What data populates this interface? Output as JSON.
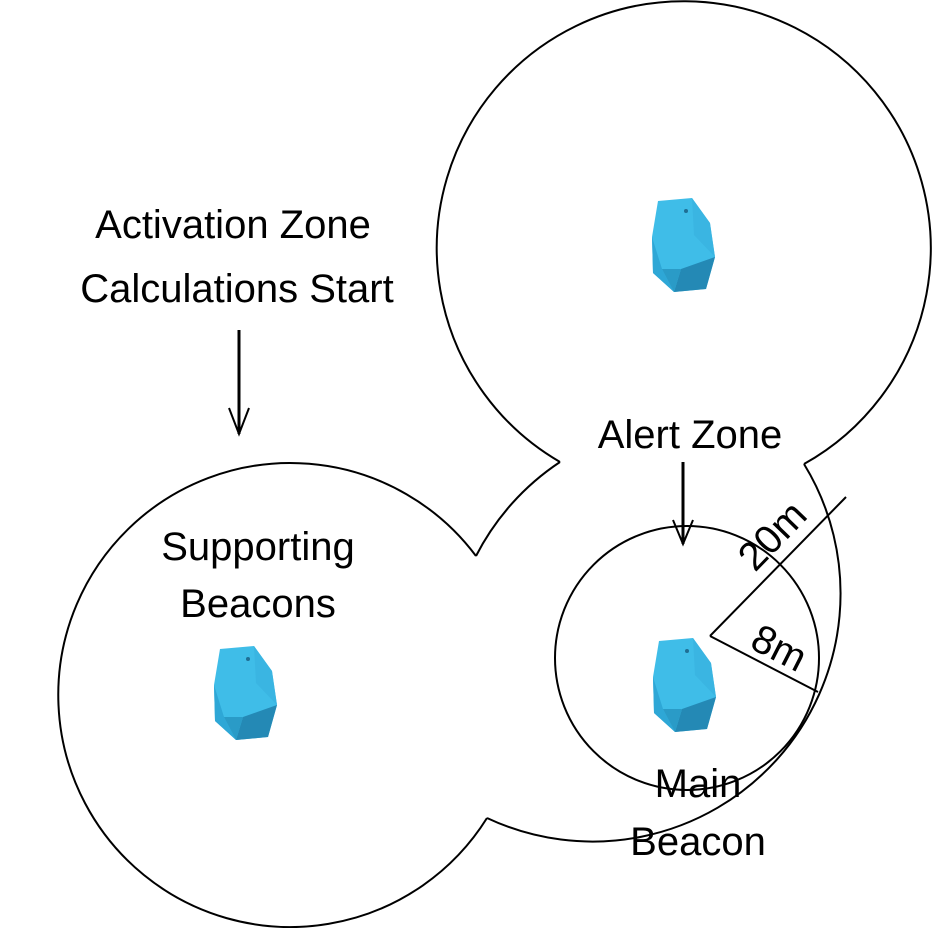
{
  "labels": {
    "activation_line1": "Activation Zone",
    "activation_line2": "Calculations Start",
    "alert_zone": "Alert Zone",
    "supporting_line1": "Supporting",
    "supporting_line2": "Beacons",
    "main_line1": "Main",
    "main_line2": "Beacon",
    "radius_outer": "20m",
    "radius_inner": "8m"
  },
  "colors": {
    "beacon_light": "#3fbde8",
    "beacon_mid": "#2ea7d6",
    "beacon_dark": "#2489b5",
    "stroke": "#000000"
  },
  "icons": {
    "beacon": "beacon-icon",
    "arrow": "arrow-down-icon"
  }
}
